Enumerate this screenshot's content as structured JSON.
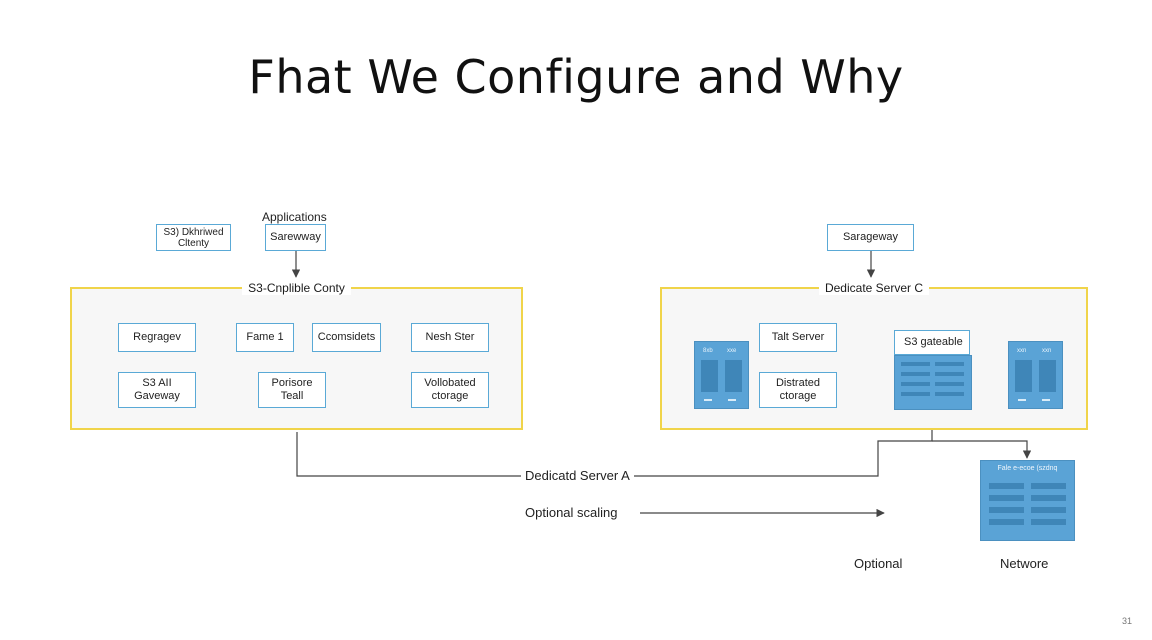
{
  "slide": {
    "title": "Fhat We Configure and Why",
    "page_number": "31"
  },
  "left": {
    "top_label": "Applications",
    "client_box": "S3) Dkhriwed\nCltenty",
    "gateway_box": "Sarewway",
    "group_label": "S3-Cnplible Conty",
    "nodes": {
      "regragev": "Regragev",
      "fame": "Fame 1",
      "ccomsidets": "Ccomsidets",
      "nesh_ster": "Nesh Ster",
      "s3_api_gateway": "S3 AII\nGaveway",
      "porisore_teall": "Porisore\nTeall",
      "vollobated_storage": "Vollobated\nctorage"
    }
  },
  "right": {
    "gateway_box": "Sarageway",
    "group_label": "Dedicate Server C",
    "nodes": {
      "talt_server": "Talt Server",
      "distrated_storage": "Distrated\nctorage",
      "s3_gateable": "S3 gateable"
    },
    "server_left_tags": [
      "8xb",
      "xxe"
    ],
    "server_right_tags": [
      "xxn",
      "xxn"
    ],
    "network_server_header": "Fale e-ecoe (szdnq",
    "network_label": "Networe",
    "optional_label": "Optional"
  },
  "bottom": {
    "dedicated_server_a": "Dedicatd Server A",
    "optional_scaling": "Optional scaling"
  },
  "colors": {
    "accent_blue": "#5aa9d6",
    "server_blue": "#5aa3d6",
    "group_border": "#f0d44a",
    "line": "#444444"
  },
  "icons": [
    "server-icon",
    "storage-stack-icon",
    "arrow-icon"
  ]
}
